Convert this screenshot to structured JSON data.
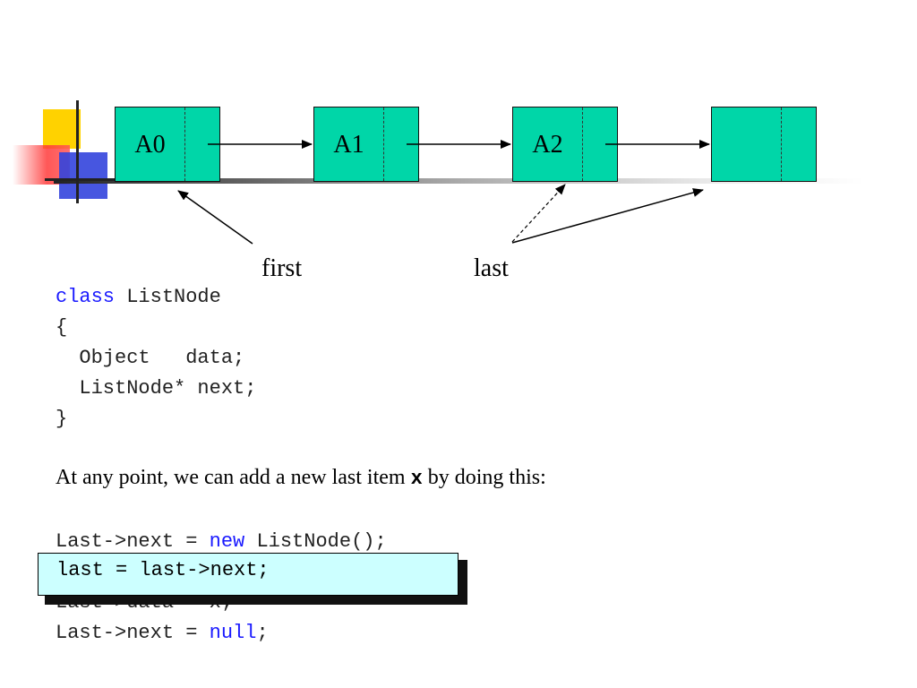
{
  "diagram": {
    "nodes": [
      {
        "label": "A0"
      },
      {
        "label": "A1"
      },
      {
        "label": "A2"
      },
      {
        "label": ""
      }
    ],
    "pointers": {
      "first": "first",
      "last": "last"
    },
    "colors": {
      "node_fill": "#00d6a8",
      "keyword": "#1a1aff",
      "callout_fill": "#ccffff"
    }
  },
  "code_class": {
    "line1_kw": "class",
    "line1_rest": " ListNode",
    "line2": "{",
    "line3": "  Object   data;",
    "line4": "  ListNode* next;",
    "line5": "}"
  },
  "prose": {
    "before": "At any point, we can add a new last item ",
    "var": "x",
    "after": " by doing this:"
  },
  "code_steps": {
    "line1_pre": "Last->next = ",
    "line1_kw": "new",
    "line1_post": " ListNode();",
    "line3": "Last->data = x;",
    "line4_pre": "Last->next = ",
    "line4_kw": "null",
    "line4_post": ";"
  },
  "callout": {
    "text": "last = last->next;"
  }
}
